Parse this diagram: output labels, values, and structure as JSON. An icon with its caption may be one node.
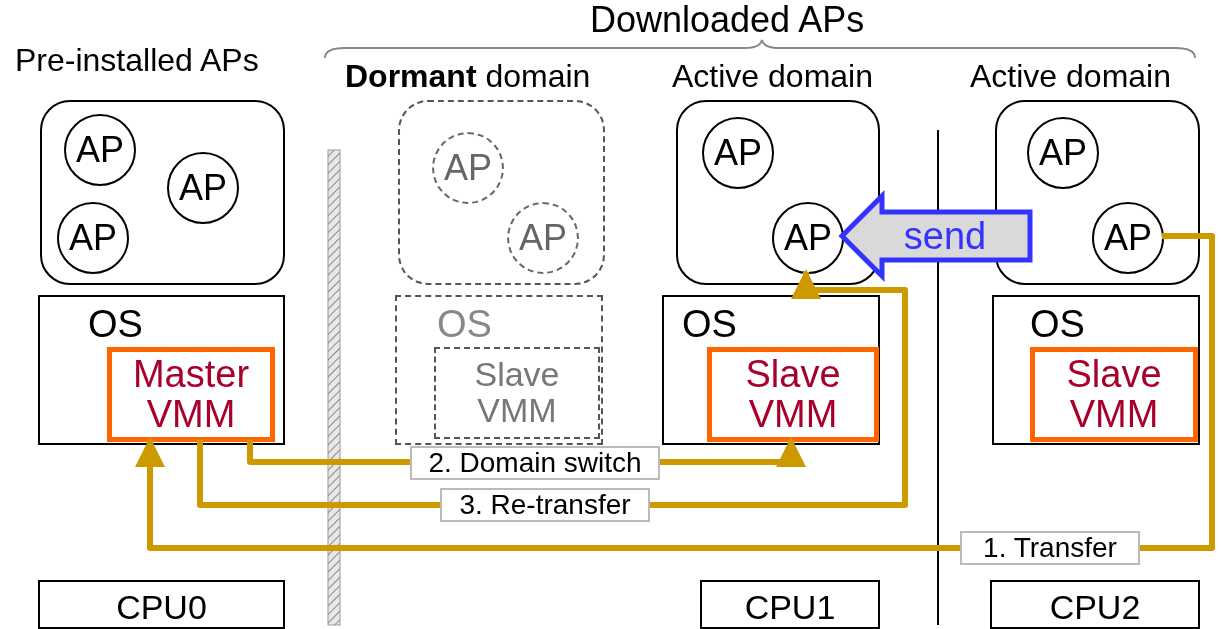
{
  "diagram": {
    "nodes": [
      {
        "text": [
          "Pre-installed APs"
        ]
      },
      {
        "text": [
          "AP"
        ],
        "in": 0
      },
      {
        "text": [
          "AP"
        ],
        "in": 0
      },
      {
        "text": [
          "AP"
        ],
        "in": 0
      },
      {
        "text": [
          "**Dormant** domain"
        ]
      },
      {
        "text": [
          "AP"
        ],
        "in": 4
      },
      {
        "text": [
          "AP"
        ],
        "in": 4
      },
      {
        "text": [
          "Active domain"
        ]
      },
      {
        "text": [
          "AP"
        ],
        "in": 7
      },
      {
        "text": [
          "AP"
        ],
        "in": 7
      },
      {
        "text": [
          "Active domain"
        ]
      },
      {
        "text": [
          "AP"
        ],
        "in": 10
      },
      {
        "text": [
          "AP"
        ],
        "in": 10
      },
      {
        "text": [
          "OS"
        ]
      },
      {
        "text": [
          "Master VMM"
        ],
        "in": 13
      },
      {
        "text": [
          "OS"
        ]
      },
      {
        "text": [
          "Slave VMM"
        ],
        "in": 15
      },
      {
        "text": [
          "OS"
        ]
      },
      {
        "text": [
          "Slave VMM"
        ],
        "in": 17
      },
      {
        "text": [
          "OS"
        ]
      },
      {
        "text": [
          "Slave VMM"
        ],
        "in": 19
      },
      {
        "text": [
          "CPU0"
        ]
      },
      {
        "text": [
          "CPU1"
        ]
      },
      {
        "text": [
          "CPU2"
        ]
      }
    ],
    "edges": [
      {
        "from": 12,
        "to": 14,
        "arrow": "to",
        "label": "1. Transfer"
      },
      {
        "from": 14,
        "to": 18,
        "arrow": "to",
        "label": "2. Domain switch"
      },
      {
        "from": 14,
        "to": 9,
        "arrow": "to",
        "label": "3. Re-transfer"
      },
      {
        "from": null,
        "to": 9,
        "arrow": "to",
        "label": "send",
        "style": "thick",
        "color": "#3333ff"
      }
    ],
    "labels": [
      "Downloaded APs"
    ]
  }
}
